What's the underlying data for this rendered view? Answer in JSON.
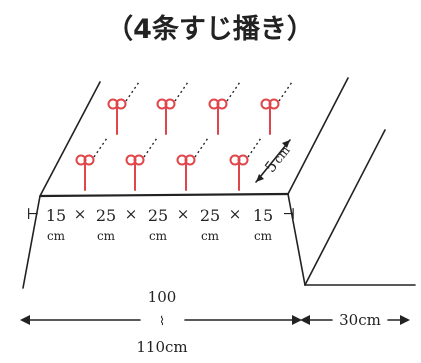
{
  "title": "（4条すじ播き）",
  "spacing": {
    "value": "5",
    "unit": "cm"
  },
  "segments": [
    {
      "value": "15",
      "unit": "cm"
    },
    {
      "value": "25",
      "unit": "cm"
    },
    {
      "value": "25",
      "unit": "cm"
    },
    {
      "value": "25",
      "unit": "cm"
    },
    {
      "value": "15",
      "unit": "cm"
    }
  ],
  "bed_width": {
    "top": "100",
    "sep": "⌇",
    "bottom": "110cm"
  },
  "path_width": "30cm"
}
